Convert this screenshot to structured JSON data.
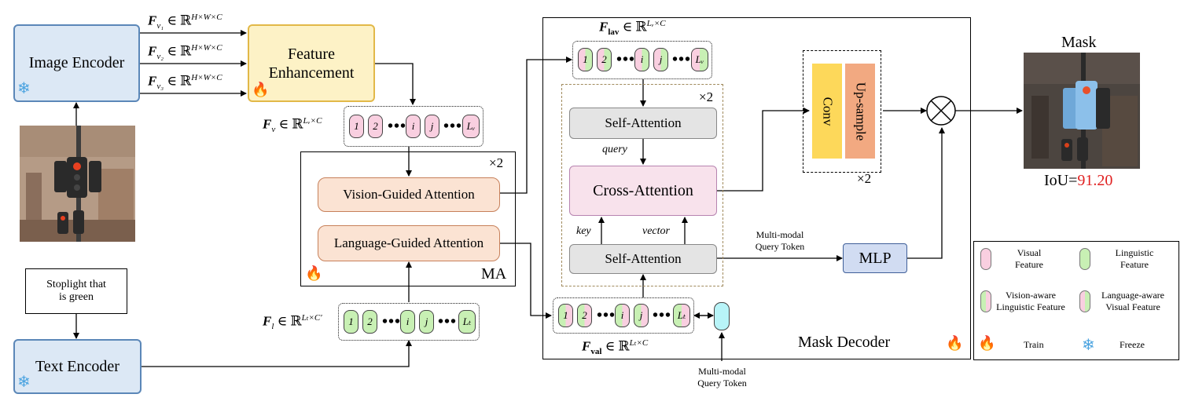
{
  "left": {
    "image_encoder": "Image Encoder",
    "text_encoder": "Text Encoder",
    "text_prompt_line1": "Stoplight that",
    "text_prompt_line2": "is green",
    "feature_enhancement_line1": "Feature",
    "feature_enhancement_line2": "Enhancement",
    "fv1": "F",
    "fv_labels": [
      "v₁",
      "v₂",
      "v₃"
    ],
    "fv_space": "∈ ℝ",
    "fv_sup": "H×W×C",
    "fv_main_sub": "v",
    "fv_main_sup": "Lᵥ×C",
    "fl_sub": "l",
    "fl_sup": "Lₜ×C′"
  },
  "ma": {
    "repeat": "×2",
    "vision_guided": "Vision-Guided Attention",
    "language_guided": "Language-Guided Attention",
    "label": "MA"
  },
  "decoder": {
    "flav_sub": "lav",
    "flav_sup": "Lᵥ×C",
    "fval_sub": "val",
    "fval_sup": "Lₜ×C",
    "repeat_inner": "×2",
    "self_attention_top": "Self-Attention",
    "query": "query",
    "cross_attention": "Cross-Attention",
    "key": "key",
    "vector": "vector",
    "self_attention_bottom": "Self-Attention",
    "mm_query_line1": "Multi-modal",
    "mm_query_line2": "Query Token",
    "mm_query_bottom_line1": "Multi-modal",
    "mm_query_bottom_line2": "Query Token",
    "conv": "Conv",
    "upsample": "Up-sample",
    "repeat_conv": "×2",
    "mlp": "MLP",
    "label": "Mask Decoder",
    "multiply": "⊗"
  },
  "tokens": {
    "one": "1",
    "two": "2",
    "i": "i",
    "j": "j",
    "lv": "Lᵥ",
    "lt": "Lₜ",
    "dots": "•••"
  },
  "output": {
    "mask_title": "Mask",
    "iou_label": "IoU=",
    "iou_value": "91.20",
    "iou_color": "#e02020"
  },
  "legend": {
    "visual": "Visual Feature",
    "linguistic": "Linguistic Feature",
    "vision_aware_line1": "Vision-aware",
    "vision_aware_line2": "Linguistic Feature",
    "language_aware_line1": "Language-aware",
    "language_aware_line2": "Visual Feature",
    "train": "Train",
    "freeze": "Freeze"
  },
  "icons": {
    "flame": "flame-icon",
    "snowflake": "snowflake-icon"
  }
}
